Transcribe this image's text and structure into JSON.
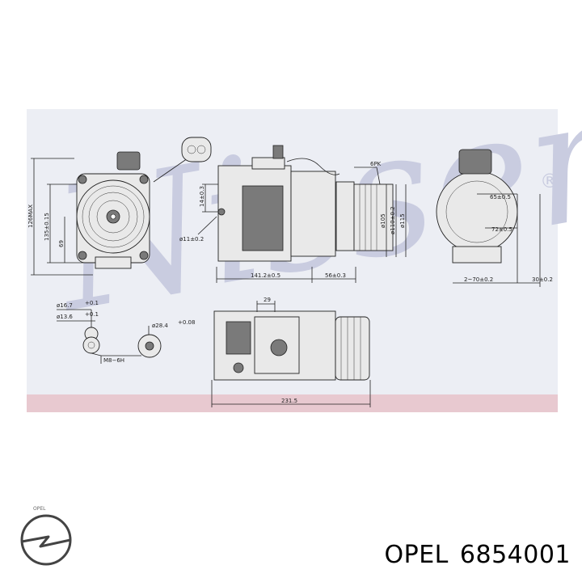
{
  "watermark": "Nissens",
  "registered_mark": "®",
  "dimensions": {
    "max_height": "126MAX",
    "height_135": "135±0.15",
    "height_69": "69",
    "bracket_14": "14±0.3",
    "hole_11": "ø11±0.2",
    "length_141": "141.2±0.5",
    "length_56": "56±0.3",
    "belt": "6PK",
    "dia_105": "ø105",
    "dia_110": "ø110±0.2",
    "dia_115": "ø115",
    "side_65": "65±0.5",
    "side_72": "72±0.5",
    "side_70": "2~70±0.2",
    "side_30": "30±0.2",
    "port_16": "ø16.7",
    "port_16_tol": "+0.1",
    "port_13": "ø13.6",
    "port_13_tol": "+0.1",
    "port_28": "ø28.4",
    "port_28_tol": "+0.08",
    "thread": "M8−6H",
    "top_29": "29",
    "overall_231": "231.5"
  },
  "brand_name": "OPEL",
  "part_number": "6854001",
  "colors": {
    "panel_bg": "#eceef4",
    "watermark": "#c9cce0",
    "pink_band": "#e8c9d0",
    "line": "#222222"
  }
}
